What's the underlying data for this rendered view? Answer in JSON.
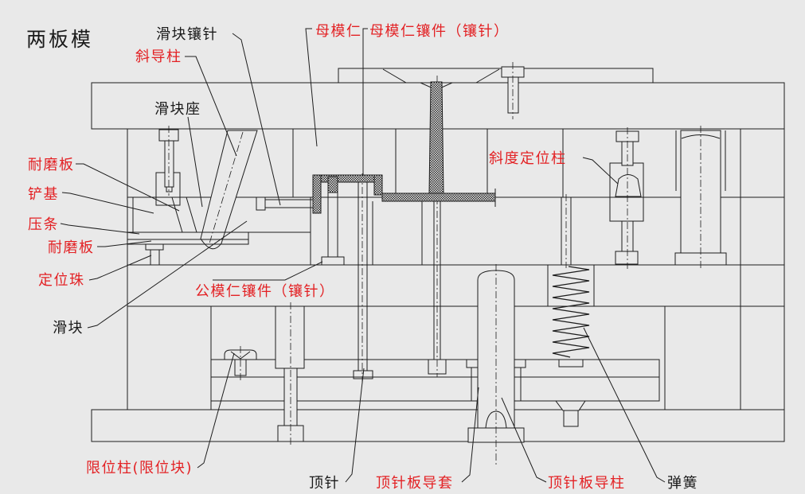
{
  "title": "两板模",
  "colors": {
    "background": "#e9e9e9",
    "line": "#1d1d1d",
    "label_red": "#e32124",
    "label_black": "#1a1a1a"
  },
  "callouts": {
    "slider_insert_pin": {
      "text": "滑块镶针",
      "color": "#1a1a1a"
    },
    "angle_guide_pin": {
      "text": "斜导柱",
      "color": "#e32124"
    },
    "slider_seat": {
      "text": "滑块座",
      "color": "#1a1a1a"
    },
    "cavity_insert": {
      "text": "母模仁",
      "color": "#e32124"
    },
    "cavity_sub_insert": {
      "text": "母模仁镶件（镶针）",
      "color": "#e32124"
    },
    "wear_plate_top": {
      "text": "耐磨板",
      "color": "#e32124"
    },
    "wedge_base": {
      "text": "铲基",
      "color": "#e32124"
    },
    "clamp_strip": {
      "text": "压条",
      "color": "#e32124"
    },
    "wear_plate_bottom": {
      "text": "耐磨板",
      "color": "#e32124"
    },
    "ball_catch": {
      "text": "定位珠",
      "color": "#e32124"
    },
    "slider": {
      "text": "滑块",
      "color": "#1a1a1a"
    },
    "core_sub_insert": {
      "text": "公模仁镶件（镶针）",
      "color": "#e32124"
    },
    "taper_locating_pillar": {
      "text": "斜度定位柱",
      "color": "#e32124"
    },
    "limit_pillar": {
      "text": "限位柱(限位块)",
      "color": "#e32124"
    },
    "ejector_pin": {
      "text": "顶针",
      "color": "#1a1a1a"
    },
    "ejector_plate_guide_bush": {
      "text": "顶针板导套",
      "color": "#e32124"
    },
    "ejector_plate_guide_pillar": {
      "text": "顶针板导柱",
      "color": "#e32124"
    },
    "spring": {
      "text": "弹簧",
      "color": "#1a1a1a"
    }
  }
}
